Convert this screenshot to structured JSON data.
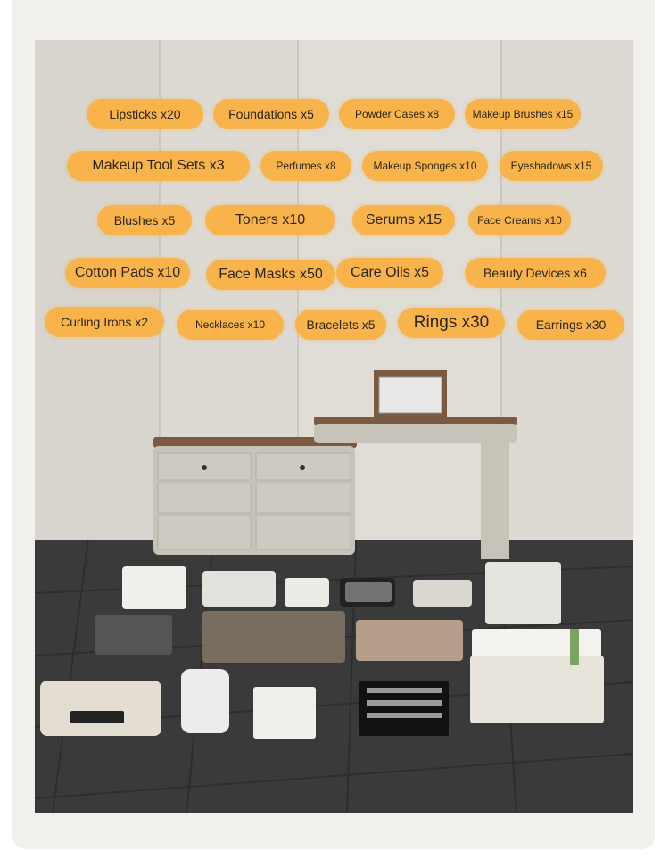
{
  "accent_color": "#f8b44a",
  "photo_subject": "vanity-set-with-cosmetics",
  "tags": [
    "Lipsticks x20",
    "Foundations x5",
    "Powder Cases x8",
    "Makeup Brushes x15",
    "Makeup Tool Sets x3",
    "Perfumes x8",
    "Makeup Sponges x10",
    "Eyeshadows x15",
    "Blushes x5",
    "Toners x10",
    "Serums x15",
    "Face Creams x10",
    "Cotton Pads x10",
    "Face Masks x50",
    "Care Oils x5",
    "Beauty Devices x6",
    "Curling Irons x2",
    "Necklaces x10",
    "Bracelets x5",
    "Rings x30",
    "Earrings x30"
  ]
}
